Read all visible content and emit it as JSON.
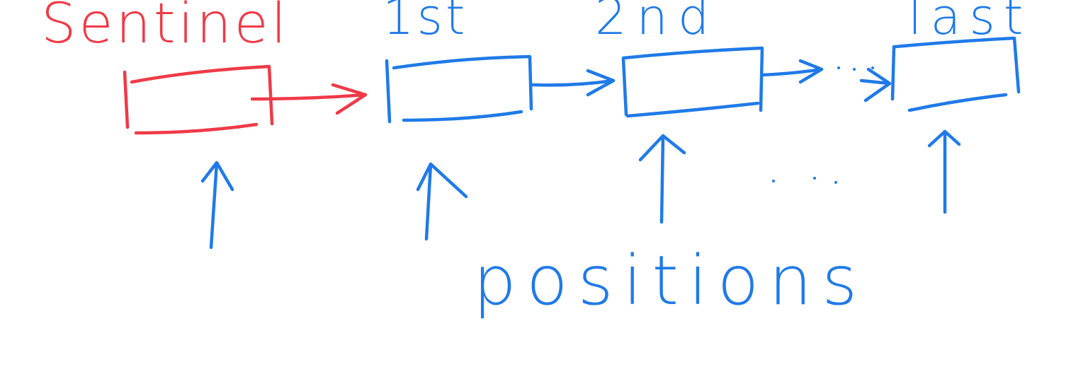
{
  "colors": {
    "sentinel": "#f03a47",
    "nodes": "#1f7ae8",
    "background": "#ffffff"
  },
  "labels": {
    "sentinel": "Sentinel",
    "first": "1st",
    "second": "2nd",
    "last": "last",
    "positions": "positions"
  },
  "nodes": [
    {
      "id": "sentinel",
      "color_key": "sentinel"
    },
    {
      "id": "first",
      "color_key": "nodes"
    },
    {
      "id": "second",
      "color_key": "nodes"
    },
    {
      "id": "last",
      "color_key": "nodes"
    }
  ]
}
